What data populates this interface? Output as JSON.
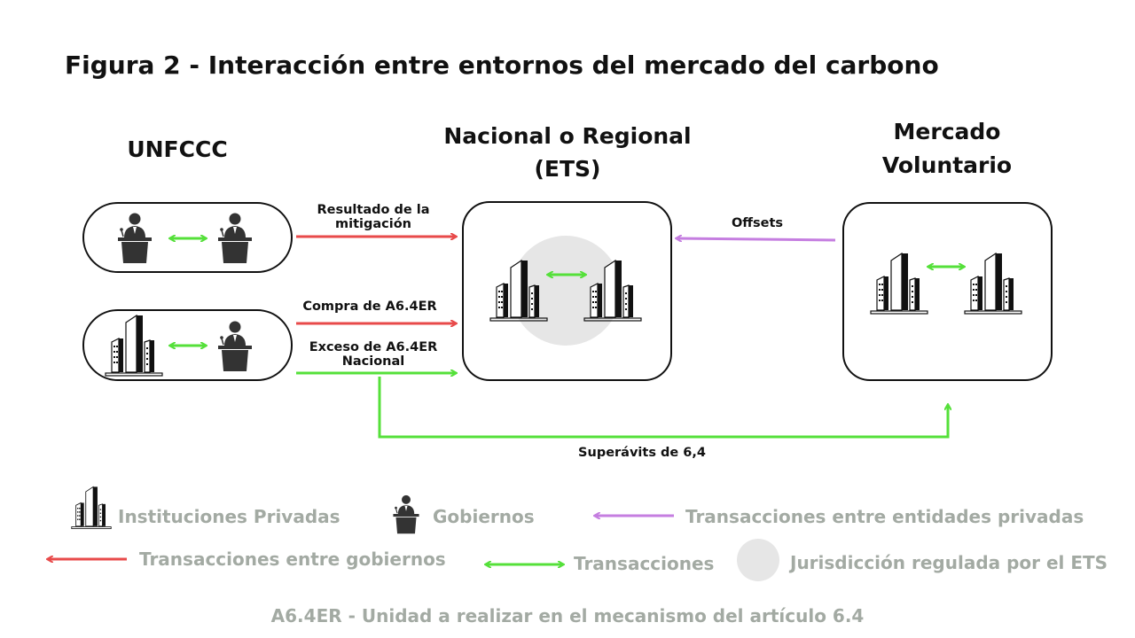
{
  "title": "Figura 2 - Interacción entre entornos del mercado del carbono",
  "headers": {
    "unfccc": "UNFCCC",
    "ets_line1": "Nacional o Regional",
    "ets_line2": "(ETS)",
    "vol_line1": "Mercado",
    "vol_line2": "Voluntario"
  },
  "flows": {
    "resultado_line1": "Resultado de la",
    "resultado_line2": "mitigación",
    "compra": "Compra de A6.4ER",
    "exceso_line1": "Exceso de A6.4ER",
    "exceso_line2": "Nacional",
    "offsets": "Offsets",
    "superavits": "Superávits de 6,4"
  },
  "legend": {
    "instituciones": "Instituciones Privadas",
    "gobiernos": "Gobiernos",
    "privadas": "Transacciones entre entidades privadas",
    "entre_gobiernos": "Transacciones entre gobiernos",
    "transacciones": "Transacciones",
    "jurisdiccion": "Jurisdicción regulada por el ETS"
  },
  "footnote": "A6.4ER - Unidad a realizar en el mecanismo del artículo 6.4",
  "colors": {
    "red": "#e84a4a",
    "green": "#55e03a",
    "purple": "#c57ee0",
    "jurisdiction": "#e6e6e6",
    "legend_text": "#a3aaa3"
  }
}
